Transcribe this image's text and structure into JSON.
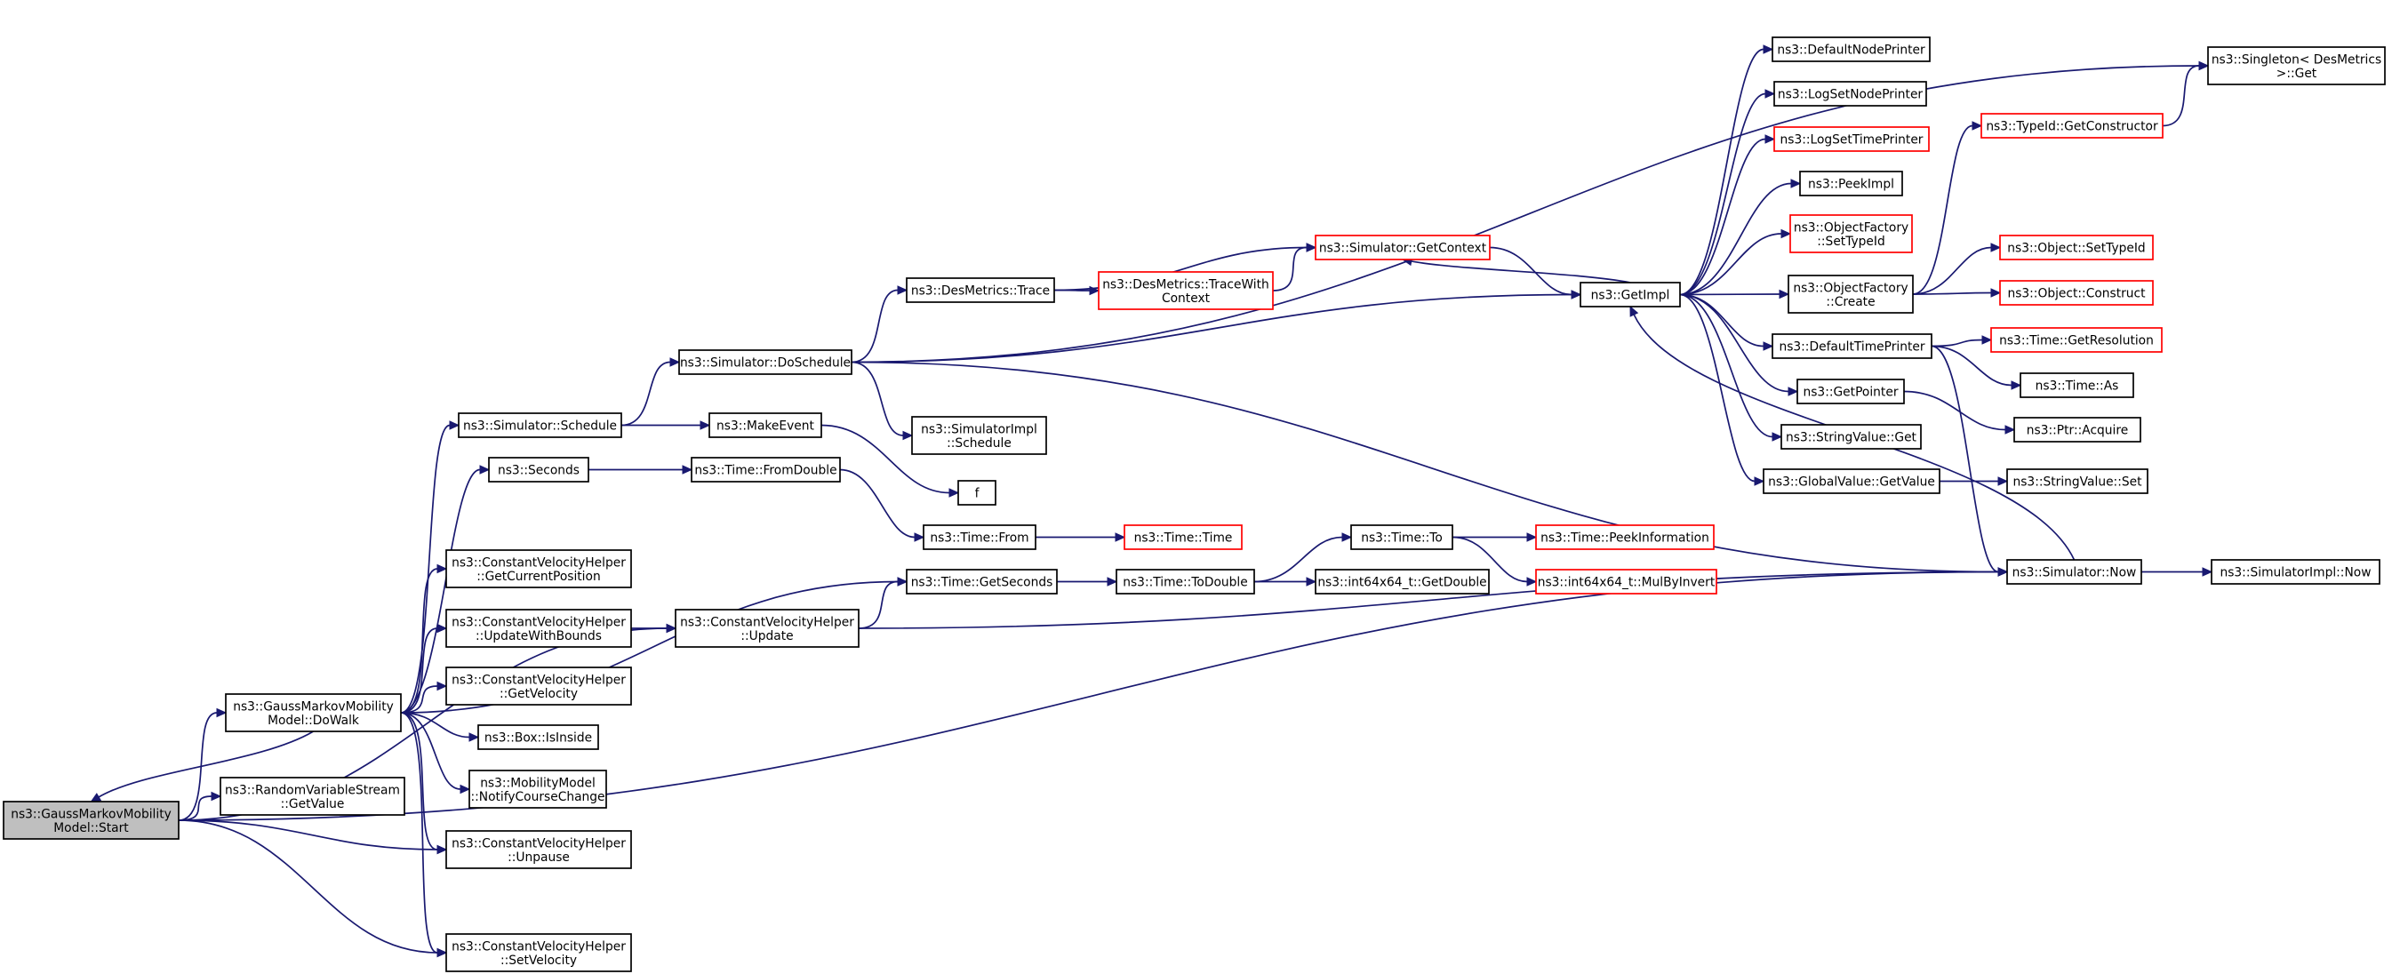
{
  "colors": {
    "edge": "#191970",
    "truncated_border": "#ff0000",
    "root_fill": "#bfbfbf",
    "border": "#000000"
  },
  "nodes": [
    {
      "id": "start",
      "lines": [
        "ns3::GaussMarkovMobility",
        "Model::Start"
      ],
      "root": true
    },
    {
      "id": "dowalk",
      "lines": [
        "ns3::GaussMarkovMobility",
        "Model::DoWalk"
      ]
    },
    {
      "id": "rvsgetvalue",
      "lines": [
        "ns3::RandomVariableStream",
        "::GetValue"
      ]
    },
    {
      "id": "unpause",
      "lines": [
        "ns3::ConstantVelocityHelper",
        "::Unpause"
      ]
    },
    {
      "id": "setvelocity",
      "lines": [
        "ns3::ConstantVelocityHelper",
        "::SetVelocity"
      ]
    },
    {
      "id": "schedule",
      "lines": [
        "ns3::Simulator::Schedule"
      ]
    },
    {
      "id": "seconds",
      "lines": [
        "ns3::Seconds"
      ]
    },
    {
      "id": "getcurpos",
      "lines": [
        "ns3::ConstantVelocityHelper",
        "::GetCurrentPosition"
      ]
    },
    {
      "id": "updwb",
      "lines": [
        "ns3::ConstantVelocityHelper",
        "::UpdateWithBounds"
      ]
    },
    {
      "id": "getvelocity",
      "lines": [
        "ns3::ConstantVelocityHelper",
        "::GetVelocity"
      ]
    },
    {
      "id": "isinside",
      "lines": [
        "ns3::Box::IsInside"
      ]
    },
    {
      "id": "notify",
      "lines": [
        "ns3::MobilityModel",
        "::NotifyCourseChange"
      ]
    },
    {
      "id": "doschedule",
      "lines": [
        "ns3::Simulator::DoSchedule"
      ]
    },
    {
      "id": "makeevent",
      "lines": [
        "ns3::MakeEvent"
      ]
    },
    {
      "id": "fromdouble",
      "lines": [
        "ns3::Time::FromDouble"
      ]
    },
    {
      "id": "getseconds",
      "lines": [
        "ns3::Time::GetSeconds"
      ]
    },
    {
      "id": "update",
      "lines": [
        "ns3::ConstantVelocityHelper",
        "::Update"
      ]
    },
    {
      "id": "trace",
      "lines": [
        "ns3::DesMetrics::Trace"
      ]
    },
    {
      "id": "simimplsched",
      "lines": [
        "ns3::SimulatorImpl",
        "::Schedule"
      ]
    },
    {
      "id": "f",
      "lines": [
        "f"
      ]
    },
    {
      "id": "timefrom",
      "lines": [
        "ns3::Time::From"
      ]
    },
    {
      "id": "todouble",
      "lines": [
        "ns3::Time::ToDouble"
      ]
    },
    {
      "id": "tracewith",
      "lines": [
        "ns3::DesMetrics::TraceWith",
        "Context"
      ],
      "truncated": true
    },
    {
      "id": "timetime",
      "lines": [
        "ns3::Time::Time"
      ],
      "truncated": true
    },
    {
      "id": "timeto",
      "lines": [
        "ns3::Time::To"
      ]
    },
    {
      "id": "i64getdouble",
      "lines": [
        "ns3::int64x64_t::GetDouble"
      ]
    },
    {
      "id": "getcontext",
      "lines": [
        "ns3::Simulator::GetContext"
      ],
      "truncated": true
    },
    {
      "id": "peekinfo",
      "lines": [
        "ns3::Time::PeekInformation"
      ],
      "truncated": true
    },
    {
      "id": "mulbyinvert",
      "lines": [
        "ns3::int64x64_t::MulByInvert"
      ],
      "truncated": true
    },
    {
      "id": "getimpl",
      "lines": [
        "ns3::GetImpl"
      ]
    },
    {
      "id": "defnodeprint",
      "lines": [
        "ns3::DefaultNodePrinter"
      ]
    },
    {
      "id": "lognodeprint",
      "lines": [
        "ns3::LogSetNodePrinter"
      ]
    },
    {
      "id": "logtimeprint",
      "lines": [
        "ns3::LogSetTimePrinter"
      ],
      "truncated": true
    },
    {
      "id": "peekimpl",
      "lines": [
        "ns3::PeekImpl"
      ]
    },
    {
      "id": "ofsettypeid",
      "lines": [
        "ns3::ObjectFactory",
        "::SetTypeId"
      ],
      "truncated": true
    },
    {
      "id": "ofcreate",
      "lines": [
        "ns3::ObjectFactory",
        "::Create"
      ]
    },
    {
      "id": "deftimeprint",
      "lines": [
        "ns3::DefaultTimePrinter"
      ]
    },
    {
      "id": "getpointer",
      "lines": [
        "ns3::GetPointer"
      ]
    },
    {
      "id": "svget",
      "lines": [
        "ns3::StringValue::Get"
      ]
    },
    {
      "id": "gvgetvalue",
      "lines": [
        "ns3::GlobalValue::GetValue"
      ]
    },
    {
      "id": "simnow",
      "lines": [
        "ns3::Simulator::Now"
      ]
    },
    {
      "id": "singleton",
      "lines": [
        "ns3::Singleton< DesMetrics",
        " >::Get"
      ]
    },
    {
      "id": "getctor",
      "lines": [
        "ns3::TypeId::GetConstructor"
      ],
      "truncated": true
    },
    {
      "id": "objsettypeid",
      "lines": [
        "ns3::Object::SetTypeId"
      ],
      "truncated": true
    },
    {
      "id": "objconstruct",
      "lines": [
        "ns3::Object::Construct"
      ],
      "truncated": true
    },
    {
      "id": "getres",
      "lines": [
        "ns3::Time::GetResolution"
      ],
      "truncated": true
    },
    {
      "id": "timeas",
      "lines": [
        "ns3::Time::As"
      ]
    },
    {
      "id": "ptracquire",
      "lines": [
        "ns3::Ptr::Acquire"
      ]
    },
    {
      "id": "svset",
      "lines": [
        "ns3::StringValue::Set"
      ]
    },
    {
      "id": "simimplnow",
      "lines": [
        "ns3::SimulatorImpl::Now"
      ]
    }
  ],
  "edges": [
    [
      "start",
      "dowalk"
    ],
    [
      "dowalk",
      "start"
    ],
    [
      "start",
      "rvsgetvalue"
    ],
    [
      "start",
      "unpause"
    ],
    [
      "start",
      "setvelocity"
    ],
    [
      "start",
      "update"
    ],
    [
      "start",
      "simnow"
    ],
    [
      "dowalk",
      "schedule"
    ],
    [
      "dowalk",
      "seconds"
    ],
    [
      "dowalk",
      "getseconds"
    ],
    [
      "dowalk",
      "getcurpos"
    ],
    [
      "dowalk",
      "updwb"
    ],
    [
      "dowalk",
      "getvelocity"
    ],
    [
      "dowalk",
      "isinside"
    ],
    [
      "dowalk",
      "notify"
    ],
    [
      "dowalk",
      "unpause"
    ],
    [
      "dowalk",
      "setvelocity"
    ],
    [
      "schedule",
      "doschedule"
    ],
    [
      "schedule",
      "makeevent"
    ],
    [
      "seconds",
      "fromdouble"
    ],
    [
      "updwb",
      "update"
    ],
    [
      "update",
      "getseconds"
    ],
    [
      "update",
      "simnow"
    ],
    [
      "doschedule",
      "trace"
    ],
    [
      "doschedule",
      "simimplsched"
    ],
    [
      "doschedule",
      "getimpl"
    ],
    [
      "doschedule",
      "simnow"
    ],
    [
      "doschedule",
      "singleton"
    ],
    [
      "makeevent",
      "f"
    ],
    [
      "fromdouble",
      "timefrom"
    ],
    [
      "timefrom",
      "timetime"
    ],
    [
      "getseconds",
      "todouble"
    ],
    [
      "todouble",
      "timeto"
    ],
    [
      "todouble",
      "i64getdouble"
    ],
    [
      "timeto",
      "peekinfo"
    ],
    [
      "timeto",
      "mulbyinvert"
    ],
    [
      "trace",
      "tracewith"
    ],
    [
      "trace",
      "getcontext"
    ],
    [
      "tracewith",
      "getcontext"
    ],
    [
      "getcontext",
      "getimpl"
    ],
    [
      "getimpl",
      "defnodeprint"
    ],
    [
      "getimpl",
      "lognodeprint"
    ],
    [
      "getimpl",
      "logtimeprint"
    ],
    [
      "getimpl",
      "peekimpl"
    ],
    [
      "getimpl",
      "ofsettypeid"
    ],
    [
      "getimpl",
      "ofcreate"
    ],
    [
      "getimpl",
      "deftimeprint"
    ],
    [
      "getimpl",
      "getpointer"
    ],
    [
      "getimpl",
      "svget"
    ],
    [
      "getimpl",
      "gvgetvalue"
    ],
    [
      "getimpl",
      "getcontext"
    ],
    [
      "ofcreate",
      "getctor"
    ],
    [
      "ofcreate",
      "objsettypeid"
    ],
    [
      "ofcreate",
      "objconstruct"
    ],
    [
      "getctor",
      "singleton"
    ],
    [
      "deftimeprint",
      "getres"
    ],
    [
      "deftimeprint",
      "timeas"
    ],
    [
      "deftimeprint",
      "simnow"
    ],
    [
      "getpointer",
      "ptracquire"
    ],
    [
      "gvgetvalue",
      "svset"
    ],
    [
      "simnow",
      "getimpl"
    ],
    [
      "simnow",
      "simimplnow"
    ]
  ]
}
